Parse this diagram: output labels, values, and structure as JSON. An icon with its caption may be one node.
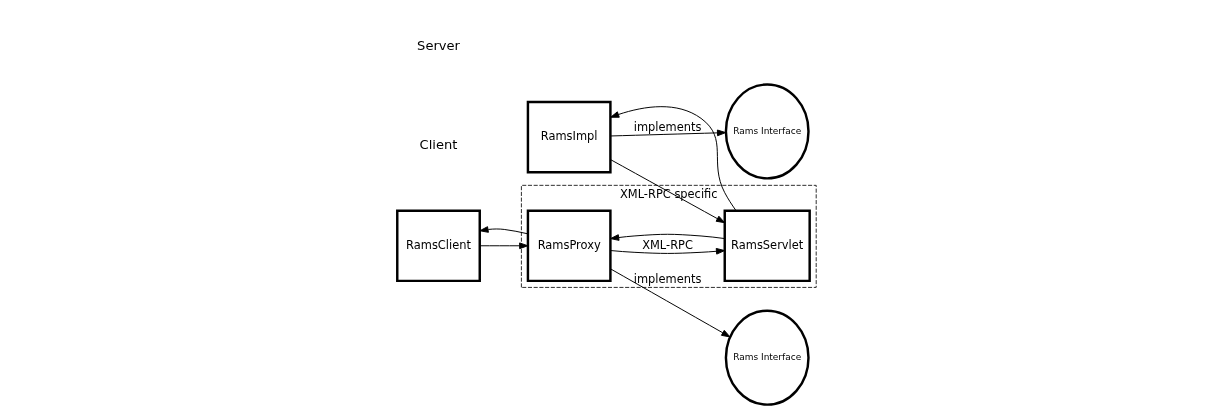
{
  "diagram": {
    "nodes": [
      {
        "text": [
          "XML-RPC specific"
        ]
      },
      {
        "text": [
          "RamsClient"
        ]
      },
      {
        "text": [
          "Rams Interface"
        ]
      },
      {
        "text": [
          "RamsProxy"
        ],
        "in": 0
      },
      {
        "text": [
          "RamsServlet"
        ],
        "in": 0
      },
      {
        "text": [
          "Rams Interface"
        ]
      },
      {
        "text": [
          "RamsImpl"
        ]
      }
    ],
    "edges": [
      {
        "from": 1,
        "to": 3,
        "arrow": "to"
      },
      {
        "from": 3,
        "to": 1,
        "arrow": "to"
      },
      {
        "from": 3,
        "to": 2,
        "arrow": "to",
        "label": "implements"
      },
      {
        "from": 3,
        "to": 4,
        "arrow": "to",
        "label": "XML-RPC"
      },
      {
        "from": 4,
        "to": 3,
        "arrow": "to"
      },
      {
        "from": 4,
        "to": 6,
        "arrow": "to"
      },
      {
        "from": 6,
        "to": 4,
        "arrow": "to"
      },
      {
        "from": 6,
        "to": 5,
        "arrow": "to",
        "label": "implements"
      }
    ],
    "labels": [
      "Client",
      "Server"
    ]
  }
}
